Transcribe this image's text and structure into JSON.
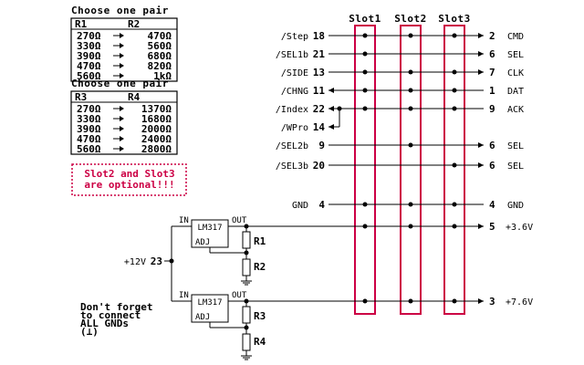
{
  "tables": {
    "r1r2": {
      "title": "Choose one pair",
      "headers": [
        "R1",
        "R2"
      ],
      "rows": [
        [
          "270Ω",
          "470Ω"
        ],
        [
          "330Ω",
          "560Ω"
        ],
        [
          "390Ω",
          "680Ω"
        ],
        [
          "470Ω",
          "820Ω"
        ],
        [
          "560Ω",
          "1kΩ"
        ]
      ]
    },
    "r3r4": {
      "title": "Choose one pair",
      "headers": [
        "R3",
        "R4"
      ],
      "rows": [
        [
          "270Ω",
          "1370Ω"
        ],
        [
          "330Ω",
          "1680Ω"
        ],
        [
          "390Ω",
          "2000Ω"
        ],
        [
          "470Ω",
          "2400Ω"
        ],
        [
          "560Ω",
          "2800Ω"
        ]
      ]
    }
  },
  "note_optional": [
    "Slot2 and Slot3",
    "are optional!!!"
  ],
  "note_gnd": [
    "Don't forget",
    "to connect",
    "ALL GNDs",
    "(⊥)"
  ],
  "slots": [
    "Slot1",
    "Slot2",
    "Slot3"
  ],
  "signals": [
    {
      "label": "/Step",
      "pin": "18",
      "out_pin": "2",
      "out_label": "CMD",
      "slots": [
        true,
        true,
        true
      ],
      "dir": "right"
    },
    {
      "label": "/SEL1b",
      "pin": "21",
      "out_pin": "6",
      "out_label": "SEL",
      "slots": [
        true,
        false,
        false
      ],
      "dir": "right"
    },
    {
      "label": "/SIDE",
      "pin": "13",
      "out_pin": "7",
      "out_label": "CLK",
      "slots": [
        true,
        true,
        true
      ],
      "dir": "right"
    },
    {
      "label": "/CHNG",
      "pin": "11",
      "out_pin": "1",
      "out_label": "DAT",
      "slots": [
        true,
        true,
        true
      ],
      "dir": "left"
    },
    {
      "label": "/Index",
      "pin": "22",
      "out_pin": "9",
      "out_label": "ACK",
      "slots": [
        true,
        true,
        true
      ],
      "dir": "left"
    },
    {
      "label": "/SEL2b",
      "pin": "9",
      "out_pin": "6",
      "out_label": "SEL",
      "slots": [
        false,
        true,
        false
      ],
      "dir": "right"
    },
    {
      "label": "/SEL3b",
      "pin": "20",
      "out_pin": "6",
      "out_label": "SEL",
      "slots": [
        false,
        false,
        true
      ],
      "dir": "right"
    },
    {
      "label": "GND",
      "pin": "4",
      "out_pin": "4",
      "out_label": "GND",
      "slots": [
        true,
        true,
        true
      ],
      "dir": "none"
    }
  ],
  "wpro": {
    "label": "/WPro",
    "pin": "14"
  },
  "supply": {
    "label": "+12V",
    "pin": "23"
  },
  "outputs": [
    {
      "out_pin": "5",
      "out_label": "+3.6V"
    },
    {
      "out_pin": "3",
      "out_label": "+7.6V"
    }
  ],
  "regulators": [
    {
      "name": "LM317",
      "in": "IN",
      "out": "OUT",
      "adj": "ADJ",
      "r_top": "R1",
      "r_bot": "R2"
    },
    {
      "name": "LM317",
      "in": "IN",
      "out": "OUT",
      "adj": "ADJ",
      "r_top": "R3",
      "r_bot": "R4"
    }
  ],
  "colors": {
    "accent": "#cc0044",
    "ink": "#000000",
    "background": "#ffffff"
  }
}
